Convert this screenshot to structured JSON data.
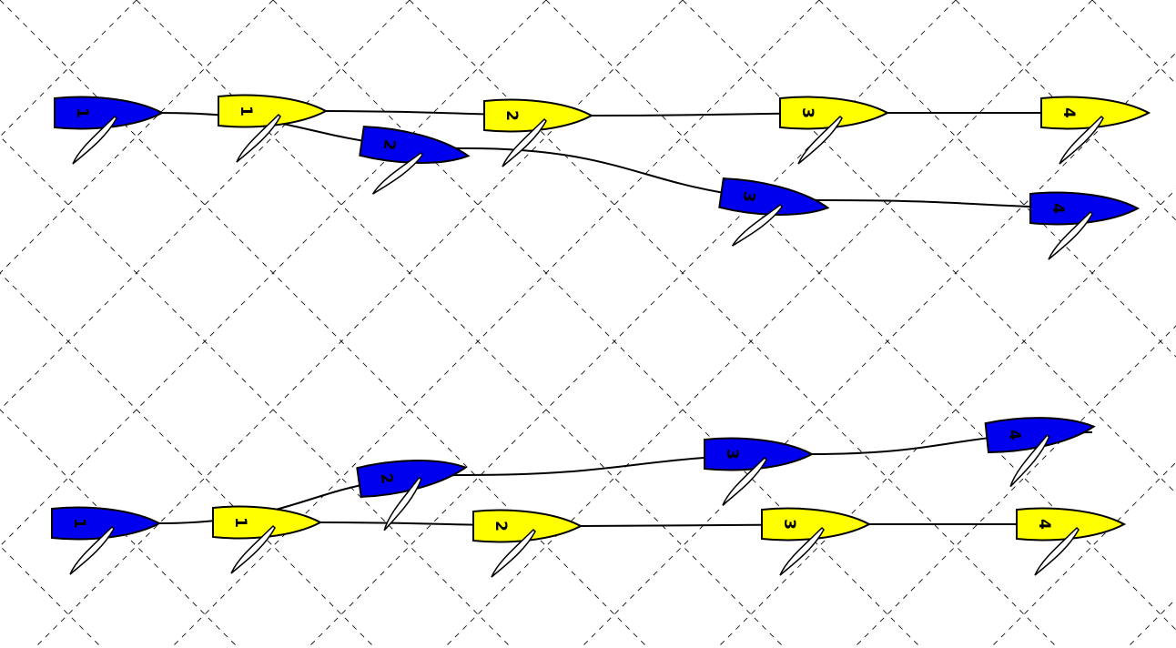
{
  "colors": {
    "blue": "#0000ee",
    "yellow": "#ffff00",
    "background": "#ffffff",
    "grid": "#222222"
  },
  "scenarios": [
    {
      "id": "top",
      "boats": [
        {
          "team": "blue",
          "label": "1",
          "sail": "left"
        },
        {
          "team": "yellow",
          "label": "1",
          "sail": "left"
        },
        {
          "team": "blue",
          "label": "2",
          "sail": "left"
        },
        {
          "team": "yellow",
          "label": "2",
          "sail": "left"
        },
        {
          "team": "blue",
          "label": "3",
          "sail": "left"
        },
        {
          "team": "yellow",
          "label": "3",
          "sail": "left"
        },
        {
          "team": "blue",
          "label": "4",
          "sail": "left"
        },
        {
          "team": "yellow",
          "label": "4",
          "sail": "left"
        }
      ]
    },
    {
      "id": "bottom",
      "boats": [
        {
          "team": "blue",
          "label": "1",
          "sail": "left"
        },
        {
          "team": "yellow",
          "label": "1",
          "sail": "left"
        },
        {
          "team": "blue",
          "label": "2",
          "sail": "left"
        },
        {
          "team": "yellow",
          "label": "2",
          "sail": "left"
        },
        {
          "team": "blue",
          "label": "3",
          "sail": "left"
        },
        {
          "team": "yellow",
          "label": "3",
          "sail": "left"
        },
        {
          "team": "blue",
          "label": "4",
          "sail": "left"
        },
        {
          "team": "yellow",
          "label": "4",
          "sail": "left"
        }
      ]
    }
  ]
}
